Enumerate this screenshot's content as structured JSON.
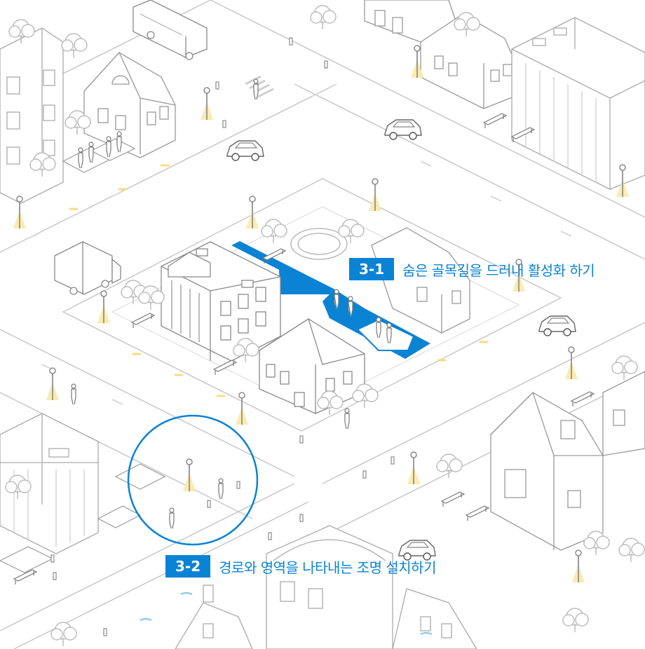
{
  "annotations": [
    {
      "badge": "3-1",
      "text": "숨은 골목길을 드러내 활성화 하기"
    },
    {
      "badge": "3-2",
      "text": "경로와 영역을 나타내는 조명 설치하기"
    }
  ],
  "colors": {
    "accent": "#0a83d4",
    "line": "#c9c9c9",
    "light_glow": "#fbe9a6"
  },
  "icons": [
    "street-lamp-icon",
    "tree-icon",
    "car-icon",
    "bus-icon",
    "truck-icon",
    "bench-icon",
    "pedestrian-icon",
    "bank-building-icon",
    "house-icon"
  ]
}
